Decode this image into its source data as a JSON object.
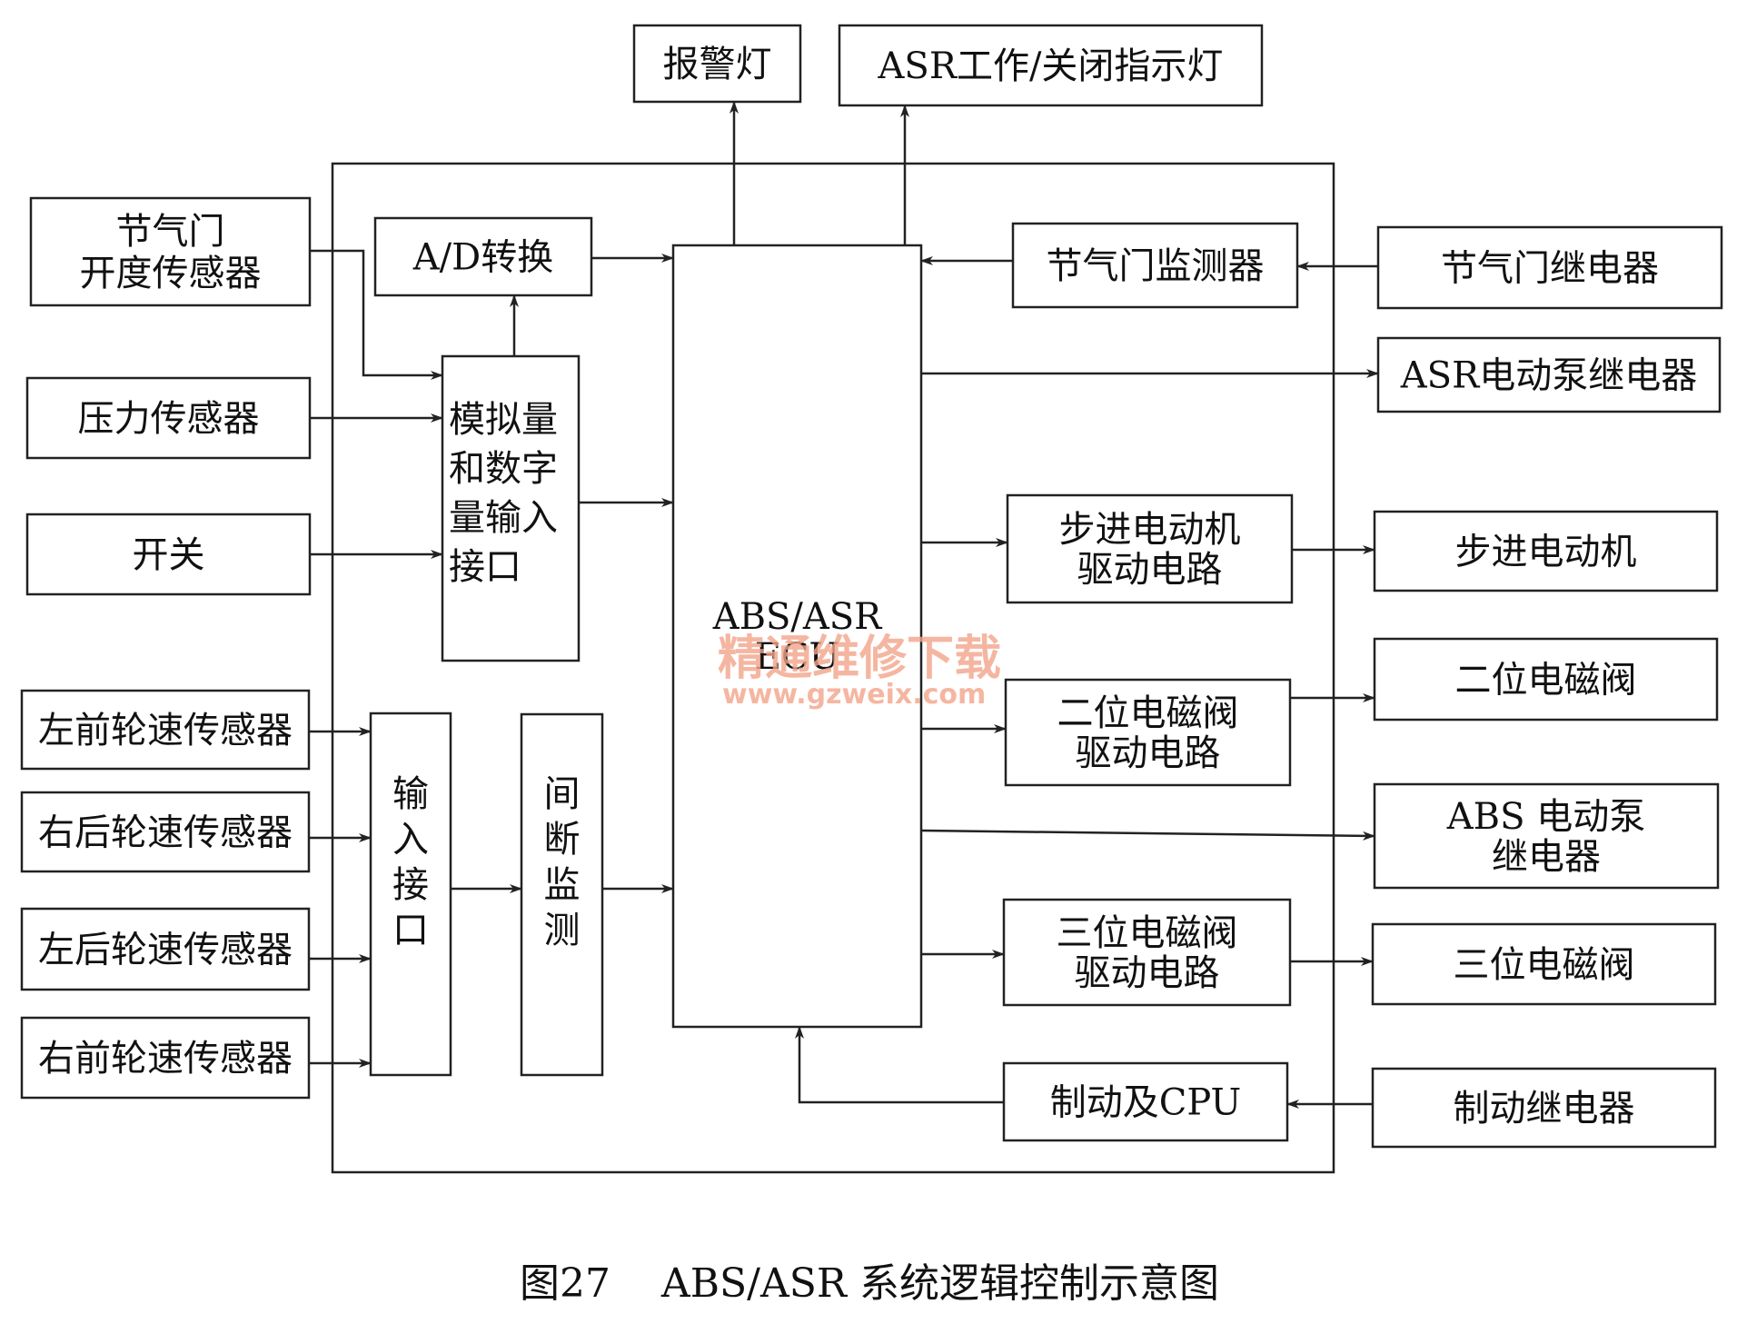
{
  "caption": "图27    ABS/ASR 系统逻辑控制示意图",
  "watermark": {
    "main": "精通维修下载",
    "url": "www.gzweix.com"
  },
  "nodes": {
    "alarm_lamp": [
      "报警灯"
    ],
    "asr_indicator": [
      "ASR工作/关闭指示灯"
    ],
    "throttle_sensor": [
      "节气门",
      "开度传感器"
    ],
    "pressure_sensor": [
      "压力传感器"
    ],
    "switch": [
      "开关"
    ],
    "ad_convert": [
      "A/D转换"
    ],
    "analog_digital_interface": [
      "模拟量",
      "和数字",
      "量输入",
      "接口"
    ],
    "ecu": [
      "ABS/ASR",
      "ECU"
    ],
    "throttle_monitor": [
      "节气门监测器"
    ],
    "throttle_relay": [
      "节气门继电器"
    ],
    "asr_pump_relay": [
      "ASR电动泵继电器"
    ],
    "stepper_driver": [
      "步进电动机",
      "驱动电路"
    ],
    "stepper_motor": [
      "步进电动机"
    ],
    "two_pos_driver": [
      "二位电磁阀",
      "驱动电路"
    ],
    "two_pos_valve": [
      "二位电磁阀"
    ],
    "abs_pump_relay": [
      "ABS 电动泵",
      "继电器"
    ],
    "three_pos_driver": [
      "三位电磁阀",
      "驱动电路"
    ],
    "three_pos_valve": [
      "三位电磁阀"
    ],
    "brake_cpu": [
      "制动及CPU"
    ],
    "brake_relay": [
      "制动继电器"
    ],
    "lf_wheel_sensor": [
      "左前轮速传感器"
    ],
    "rr_wheel_sensor": [
      "右后轮速传感器"
    ],
    "lr_wheel_sensor": [
      "左后轮速传感器"
    ],
    "rf_wheel_sensor": [
      "右前轮速传感器"
    ],
    "input_interface": [
      "输",
      "入",
      "接",
      "口"
    ],
    "intermittent_monitor": [
      "间",
      "断",
      "监",
      "测"
    ]
  }
}
